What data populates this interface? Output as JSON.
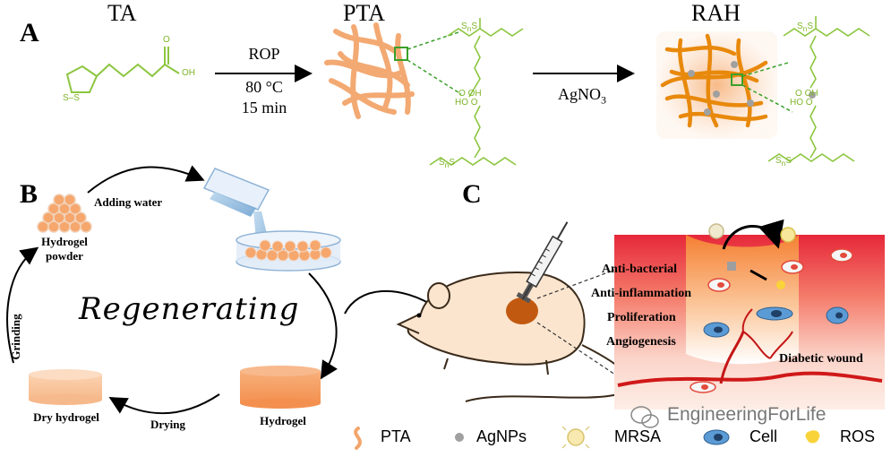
{
  "panel_a": {
    "letter": "A",
    "ta_title": "TA",
    "pta_title": "PTA",
    "rah_title": "RAH",
    "step1_line1": "ROP",
    "step1_line2": "80 °C",
    "step1_line3": "15 min",
    "step2_label": "AgNO",
    "step2_sub": "3",
    "chem_oh": "OH",
    "chem_o": "O",
    "chem_s": "S",
    "chem_ho": "HO",
    "chem_n": "n"
  },
  "panel_b": {
    "letter": "B",
    "adding_water": "Adding water",
    "hydrogel_powder_line1": "Hydrogel",
    "hydrogel_powder_line2": "powder",
    "regenerating": "Regenerating",
    "grinding": "Grinding",
    "dry_hydrogel": "Dry hydrogel",
    "drying": "Drying",
    "hydrogel": "Hydrogel"
  },
  "panel_c": {
    "letter": "C",
    "effects": [
      "Anti-bacterial",
      "Anti-inflammation",
      "Proliferation",
      "Angiogenesis"
    ],
    "diabetic_wound": "Diabetic wound"
  },
  "legend": {
    "items": [
      {
        "icon": "pta-fiber-icon",
        "label": "PTA"
      },
      {
        "icon": "agnp-dot-icon",
        "label": "AgNPs"
      },
      {
        "icon": "mrsa-icon",
        "label": "MRSA"
      },
      {
        "icon": "cell-icon",
        "label": "Cell"
      },
      {
        "icon": "ros-icon",
        "label": "ROS"
      }
    ]
  },
  "watermark": "EngineeringForLife",
  "colors": {
    "chem_green": "#8cc63f",
    "fiber_orange": "#f0a060",
    "rah_orange": "#e8890c",
    "tissue_red": "#e02030",
    "cell_blue": "#2e75b6"
  }
}
